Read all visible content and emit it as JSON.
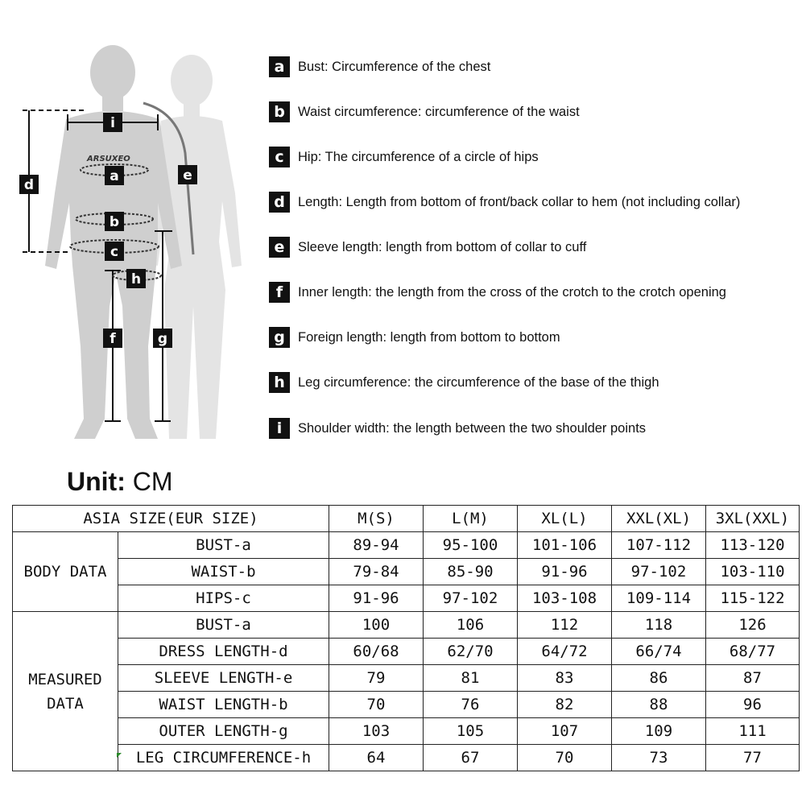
{
  "figure": {
    "logo_text": "ARSUXEO",
    "badges": [
      "i",
      "a",
      "b",
      "c",
      "d",
      "e",
      "f",
      "g",
      "h"
    ]
  },
  "legend": [
    {
      "letter": "a",
      "text": "Bust: Circumference of the chest"
    },
    {
      "letter": "b",
      "text": "Waist circumference: circumference of the waist"
    },
    {
      "letter": "c",
      "text": "Hip: The circumference of a circle of hips"
    },
    {
      "letter": "d",
      "text": "Length: Length from bottom of front/back collar to hem (not including collar)"
    },
    {
      "letter": "e",
      "text": "Sleeve length: length from bottom of collar to cuff"
    },
    {
      "letter": "f",
      "text": "Inner length: the length from the cross of the crotch to the crotch opening"
    },
    {
      "letter": "g",
      "text": "Foreign length: length from bottom to bottom"
    },
    {
      "letter": "h",
      "text": "Leg circumference: the circumference of the base of the thigh"
    },
    {
      "letter": "i",
      "text": "Shoulder width: the length between the two shoulder points"
    }
  ],
  "unit": {
    "label": "Unit:",
    "value": "CM"
  },
  "table": {
    "header_label": "ASIA SIZE(EUR SIZE)",
    "sizes": [
      "M(S)",
      "L(M)",
      "XL(L)",
      "XXL(XL)",
      "3XL(XXL)"
    ],
    "groups": [
      {
        "name": "BODY DATA",
        "rows": [
          {
            "label": "BUST-a",
            "values": [
              "89-94",
              "95-100",
              "101-106",
              "107-112",
              "113-120"
            ]
          },
          {
            "label": "WAIST-b",
            "values": [
              "79-84",
              "85-90",
              "91-96",
              "97-102",
              "103-110"
            ]
          },
          {
            "label": "HIPS-c",
            "values": [
              "91-96",
              "97-102",
              "103-108",
              "109-114",
              "115-122"
            ]
          }
        ]
      },
      {
        "name": "MEASURED DATA",
        "rows": [
          {
            "label": "BUST-a",
            "values": [
              "100",
              "106",
              "112",
              "118",
              "126"
            ]
          },
          {
            "label": "DRESS LENGTH-d",
            "values": [
              "60/68",
              "62/70",
              "64/72",
              "66/74",
              "68/77"
            ]
          },
          {
            "label": "SLEEVE LENGTH-e",
            "values": [
              "79",
              "81",
              "83",
              "86",
              "87"
            ]
          },
          {
            "label": "WAIST LENGTH-b",
            "values": [
              "70",
              "76",
              "82",
              "88",
              "96"
            ]
          },
          {
            "label": "OUTER LENGTH-g",
            "values": [
              "103",
              "105",
              "107",
              "109",
              "111"
            ]
          },
          {
            "label": "LEG CIRCUMFERENCE-h",
            "values": [
              "64",
              "67",
              "70",
              "73",
              "77"
            ]
          }
        ]
      }
    ]
  }
}
